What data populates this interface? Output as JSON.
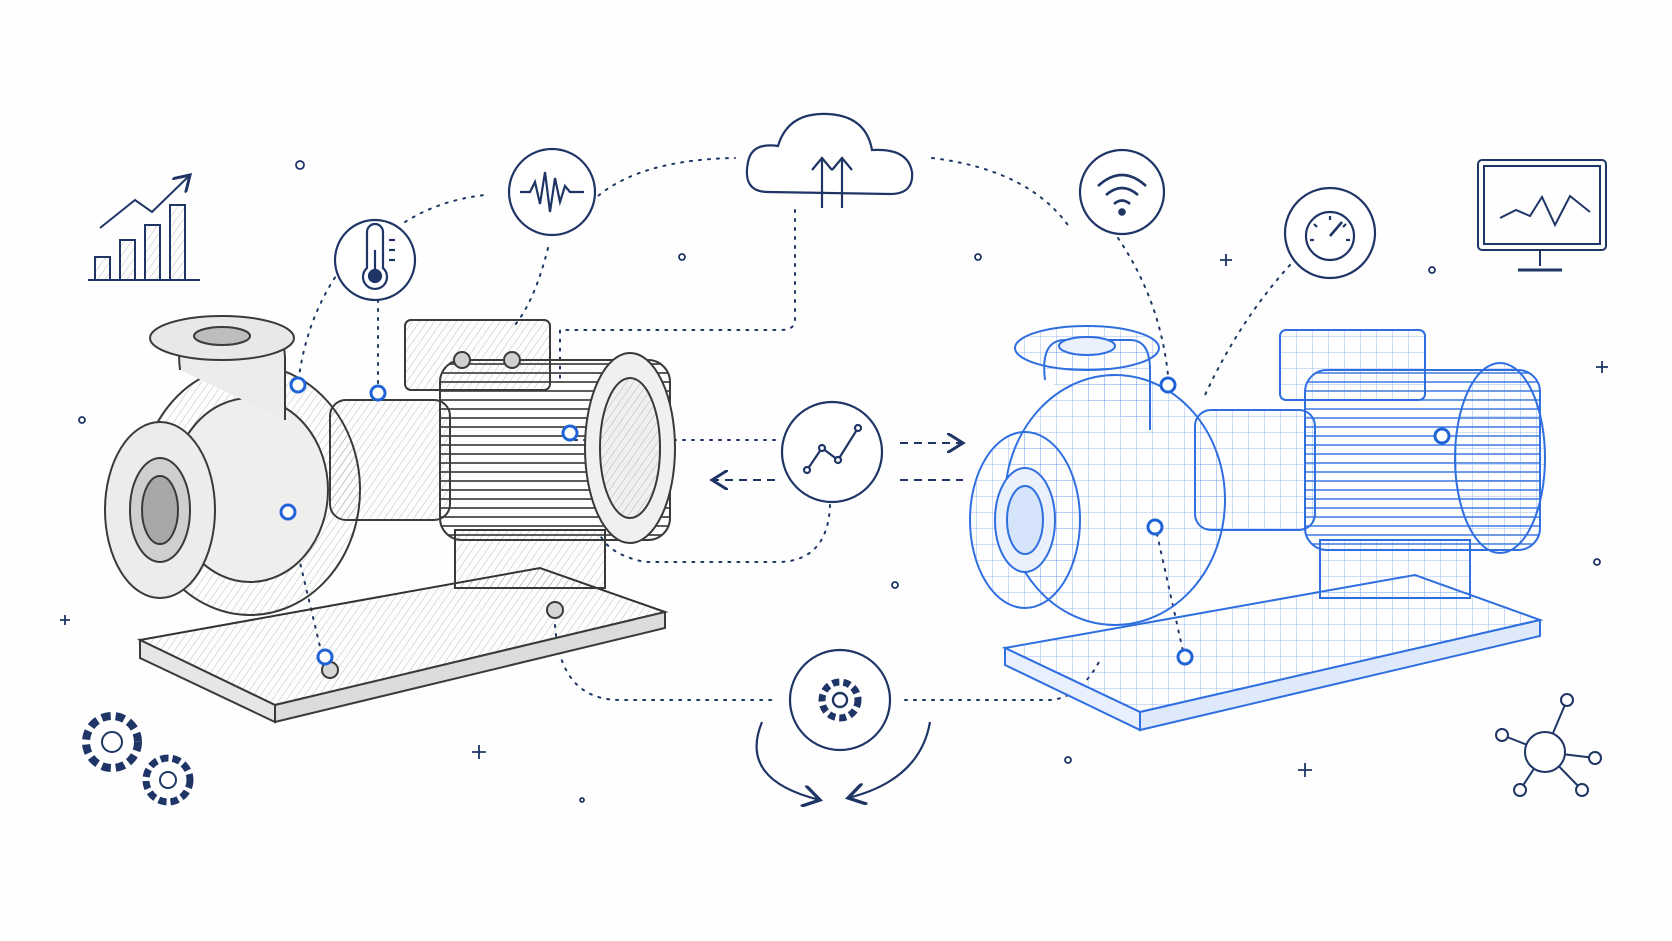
{
  "palette": {
    "ink": "#1e3566",
    "pencil": "#3a3a3a",
    "blueprint": "#2f6fe0",
    "blueprint_light": "#8fb3f0",
    "node": "#1f63d6",
    "background": "#fefefe"
  },
  "nodes": [
    {
      "name": "cloud",
      "icon": "cloud-upload-icon"
    },
    {
      "name": "vibration",
      "icon": "waveform-icon"
    },
    {
      "name": "temperature",
      "icon": "thermometer-icon"
    },
    {
      "name": "wifi",
      "icon": "wifi-icon"
    },
    {
      "name": "gauge",
      "icon": "gauge-icon"
    },
    {
      "name": "analytics",
      "icon": "line-chart-icon"
    },
    {
      "name": "settings",
      "icon": "gear-icon"
    }
  ],
  "decor": [
    {
      "name": "bar-chart",
      "icon": "bar-chart-trend-icon"
    },
    {
      "name": "monitor",
      "icon": "monitor-chart-icon"
    },
    {
      "name": "gears",
      "icon": "gears-icon"
    },
    {
      "name": "network",
      "icon": "network-hub-icon"
    }
  ],
  "assets": {
    "physical": {
      "icon": "centrifugal-pump-sketch-icon",
      "style": "pencil sketch"
    },
    "digital": {
      "icon": "centrifugal-pump-wireframe-icon",
      "style": "blue wireframe"
    }
  }
}
